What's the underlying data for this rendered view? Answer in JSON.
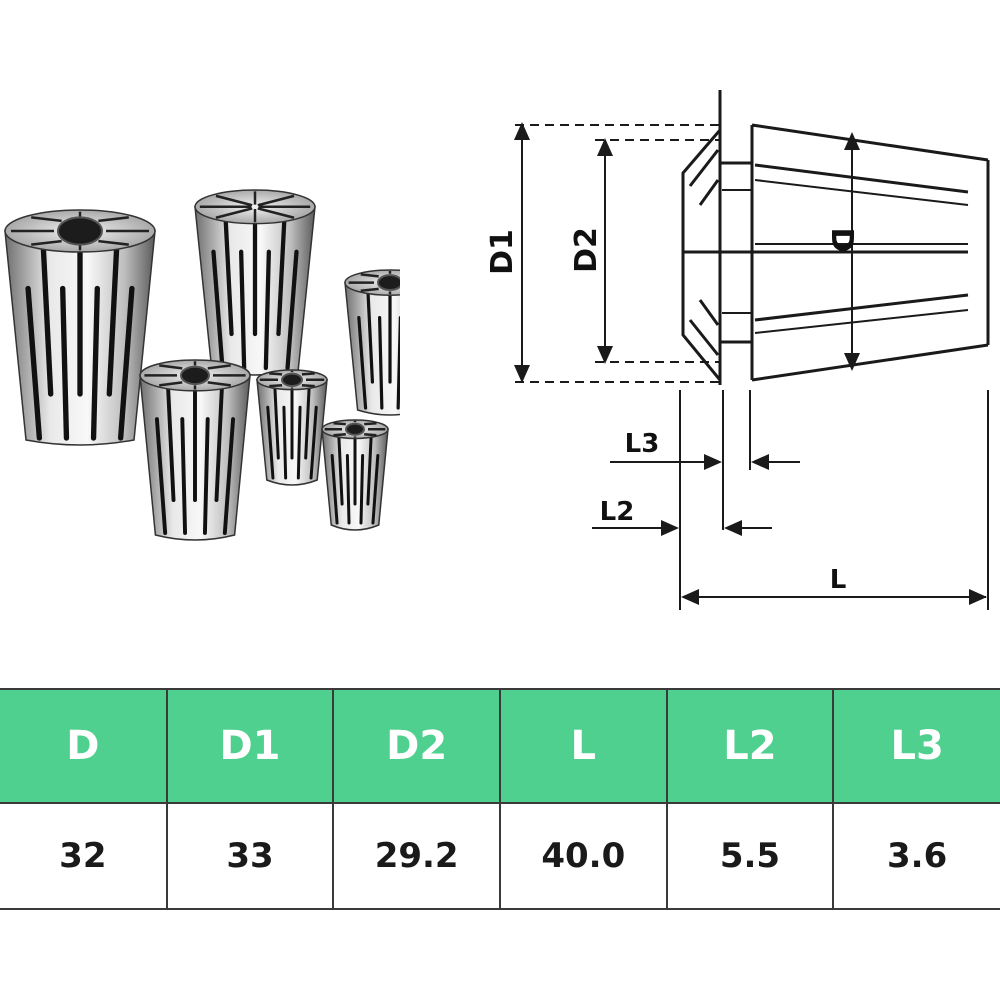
{
  "drawing": {
    "labels": {
      "d1": "D1",
      "d2": "D2",
      "d": "D",
      "l3": "L3",
      "l2": "L2",
      "l": "L"
    }
  },
  "table": {
    "header_color": "#4fd08f",
    "headers": [
      "D",
      "D1",
      "D2",
      "L",
      "L2",
      "L3"
    ],
    "values": [
      "32",
      "33",
      "29.2",
      "40.0",
      "5.5",
      "3.6"
    ]
  }
}
